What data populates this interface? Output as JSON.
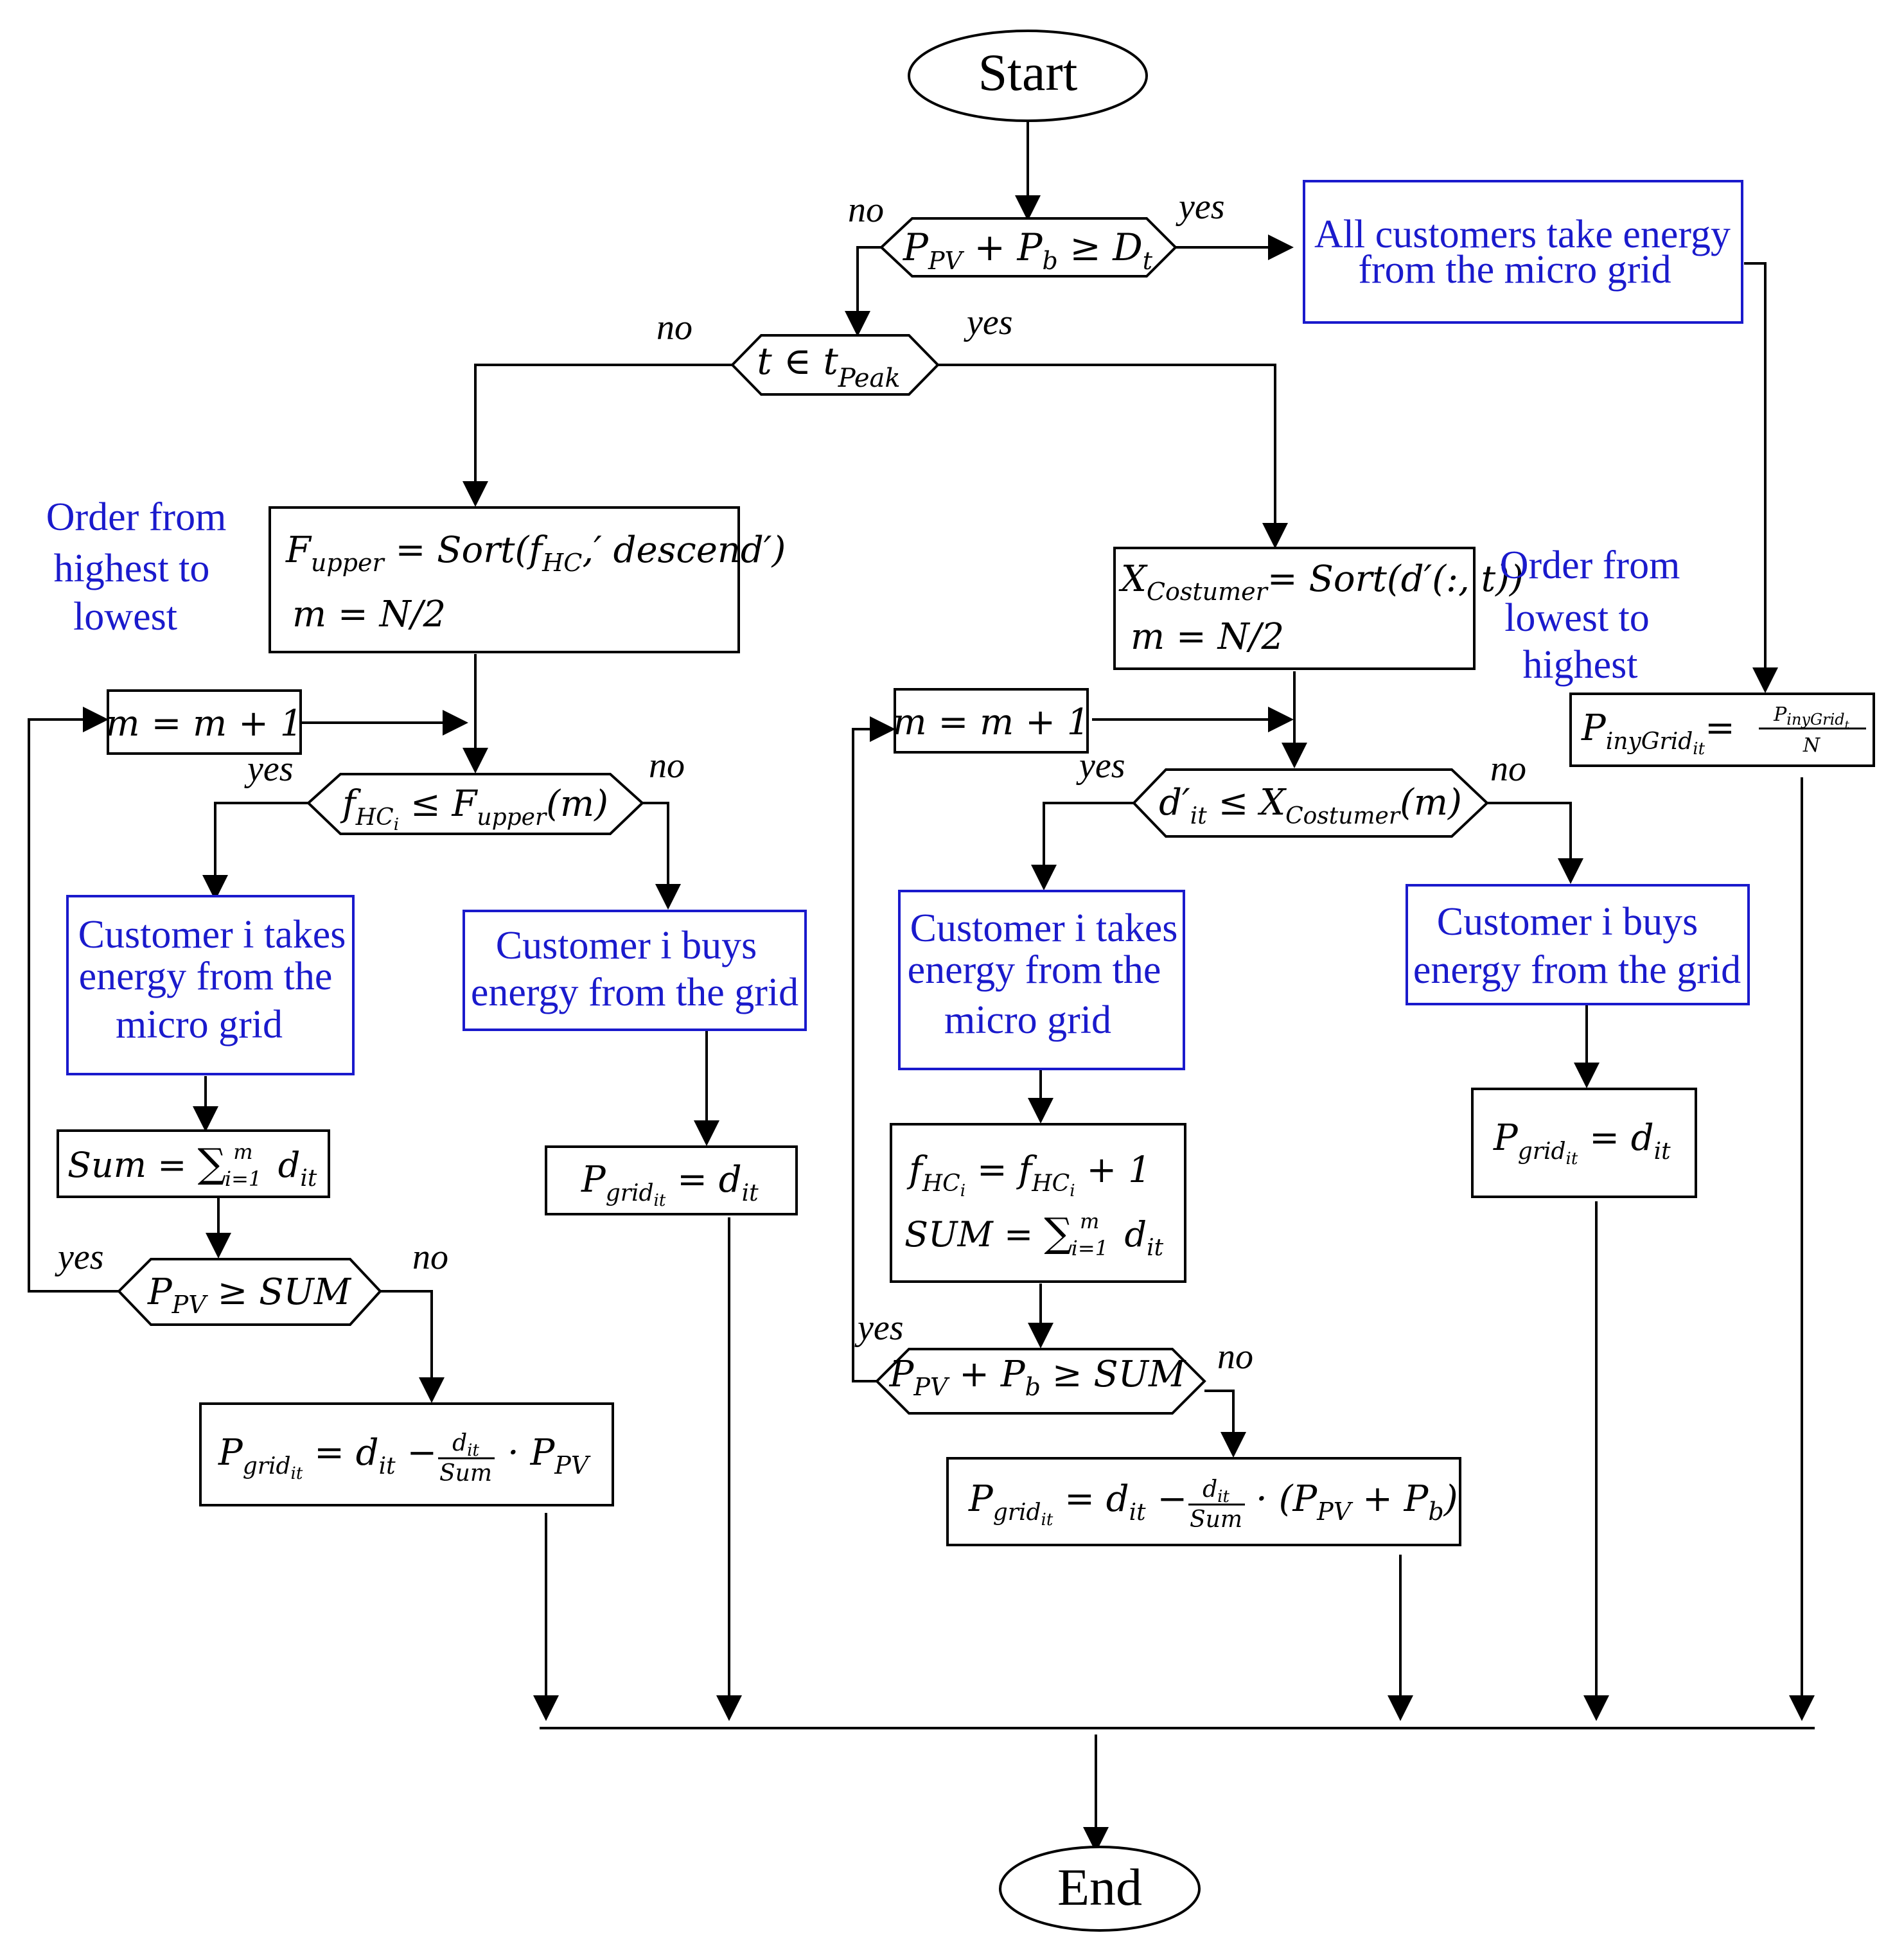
{
  "terminals": {
    "start": "Start",
    "end": "End"
  },
  "decisions": {
    "d1": "P_PV + P_b ≥ D_t",
    "d2": "t ∈ t_Peak",
    "d3": "f_HC_i ≤ F_upper(m)",
    "d4": "d'_it ≤ X_Costumer(m)",
    "d5": "P_PV ≥ SUM",
    "d6": "P_PV + P_b ≥ SUM"
  },
  "edge_labels": {
    "yes": "yes",
    "no": "no"
  },
  "processes": {
    "sort_desc_line1": "F_upper = Sort(f_HC,' descend')",
    "sort_desc_line2": "m = N/2",
    "sort_asc_line1": "X_Costumer = Sort(d'(:, t))",
    "sort_asc_line2": "m = N/2",
    "inc_left": "m = m + 1",
    "inc_right": "m = m + 1",
    "sum_left": "Sum = Σ_{i=1}^{m} d_it",
    "fhc_update": "f_HC_i = f_HC_i + 1",
    "sum_right": "SUM = Σ_{i=1}^{m} d_it",
    "pgrid_d_left": "P_grid_it = d_it",
    "pgrid_d_right": "P_grid_it = d_it",
    "pgrid_pv": "P_grid_it = d_it − (d_it / Sum) · P_PV",
    "pgrid_pvb": "P_grid_it = d_it − (d_it / Sum) · (P_PV + P_b)",
    "pinygrid": "P_inyGrid_it = P_inyGrid_t / N"
  },
  "blue_boxes": {
    "all_customers": [
      "All customers take energy",
      "from the micro grid"
    ],
    "takes_left": [
      "Customer i takes",
      "energy from the",
      "micro grid"
    ],
    "buys_left": [
      "Customer i buys",
      "energy from the grid"
    ],
    "takes_right": [
      "Customer i takes",
      "energy from the",
      "micro grid"
    ],
    "buys_right": [
      "Customer i buys",
      "energy from the grid"
    ]
  },
  "annotations": {
    "order_high_low": [
      "Order from",
      "highest to",
      "lowest"
    ],
    "order_low_high": [
      "Order from",
      "lowest to",
      "highest"
    ]
  },
  "colors": {
    "annotation_blue": "#1a1acc",
    "line": "#000000"
  }
}
